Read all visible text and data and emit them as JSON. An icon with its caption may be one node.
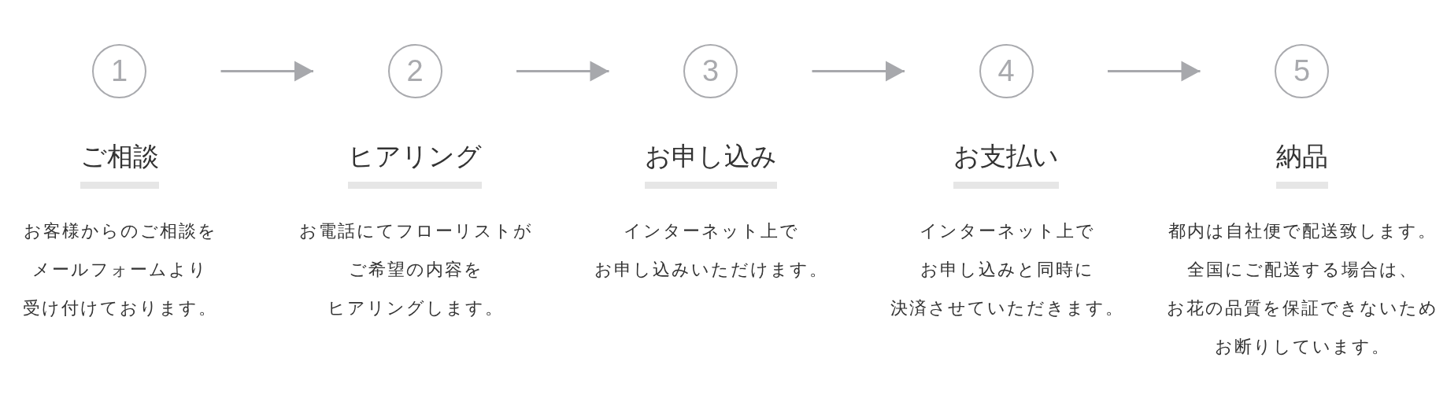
{
  "diagram": {
    "nodes": [
      {
        "text": [
          "1",
          "ご相談"
        ]
      },
      {
        "text": [
          "2",
          "ヒアリング"
        ]
      },
      {
        "text": [
          "3",
          "お申し込み"
        ]
      },
      {
        "text": [
          "4",
          "お支払い"
        ]
      },
      {
        "text": [
          "5",
          "納品"
        ]
      }
    ],
    "edges": [
      {
        "from": 0,
        "to": 1,
        "arrow": "to"
      },
      {
        "from": 1,
        "to": 2,
        "arrow": "to"
      },
      {
        "from": 2,
        "to": 3,
        "arrow": "to"
      },
      {
        "from": 3,
        "to": 4,
        "arrow": "to"
      }
    ],
    "labels": [
      "お客様からのご相談をメールフォームより受け付けております。",
      "お電話にてフローリストがご希望の内容をヒアリングします。",
      "インターネット上でお申し込みいただけます。",
      "インターネット上でお申し込みと同時に決済させていただきます。",
      "都内は自社便で配送致します。全国にご配送する場合は、お花の品質を保証できないためお断りしています。"
    ]
  }
}
